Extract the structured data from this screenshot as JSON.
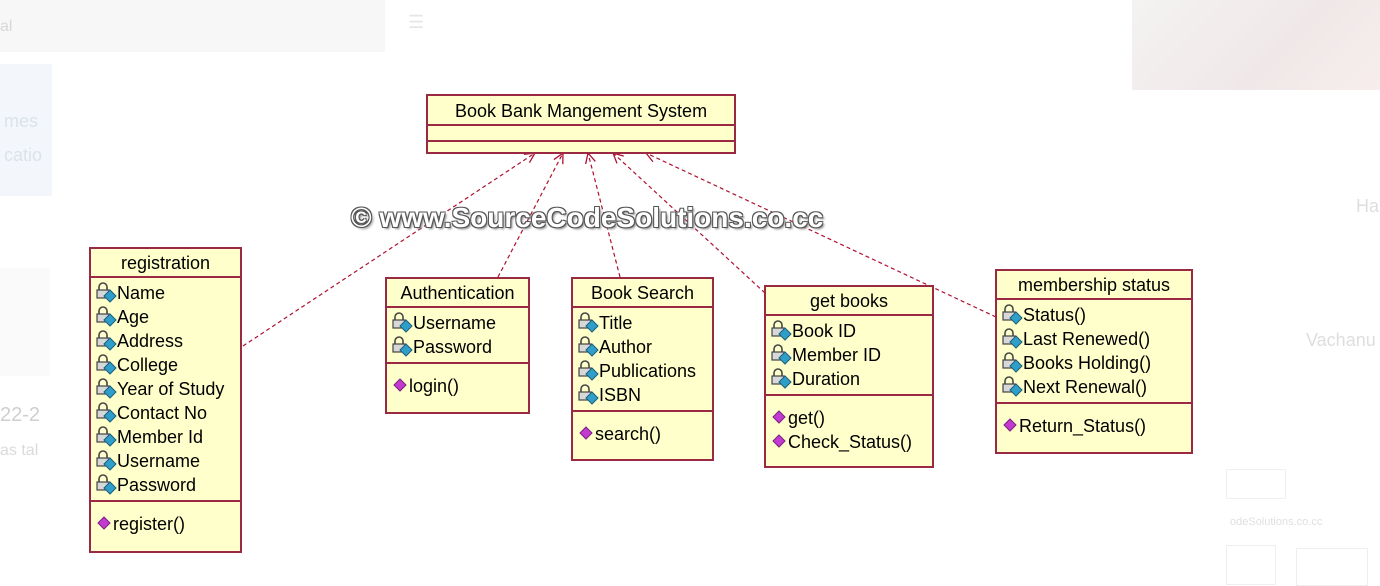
{
  "colors": {
    "class_fill": "#ffffcc",
    "class_border": "#9a2a44",
    "connector": "#b01030",
    "attribute_icon": "#2f9ec8",
    "operation_icon": "#c23ad0"
  },
  "background": {
    "topbar_text": "al",
    "left_box_lines": [
      "mes",
      "catio"
    ],
    "left_number": "22-2",
    "left_sub": "as tal",
    "right_text_1": "Ha",
    "right_text_2": "Vachanu",
    "right_caption": "odeSolutions.co.cc"
  },
  "watermark": "© www.SourceCodeSolutions.co.cc",
  "diagram": {
    "system": {
      "name": "Book Bank Mangement System"
    },
    "classes": [
      {
        "name": "registration",
        "attributes": [
          "Name",
          "Age",
          "Address",
          "College",
          "Year of Study",
          "Contact No",
          "Member Id",
          "Username",
          "Password"
        ],
        "operations": [
          "register()"
        ]
      },
      {
        "name": "Authentication",
        "attributes": [
          "Username",
          "Password"
        ],
        "operations": [
          "login()"
        ]
      },
      {
        "name": "Book Search",
        "attributes": [
          "Title",
          "Author",
          "Publications",
          "ISBN"
        ],
        "operations": [
          "search()"
        ]
      },
      {
        "name": "get books",
        "attributes": [
          "Book ID",
          "Member ID",
          "Duration"
        ],
        "operations": [
          "get()",
          "Check_Status()"
        ]
      },
      {
        "name": "membership status",
        "attributes": [
          "Status()",
          "Last Renewed()",
          "Books Holding()",
          "Next Renewal()"
        ],
        "operations": [
          "Return_Status()"
        ]
      }
    ]
  }
}
